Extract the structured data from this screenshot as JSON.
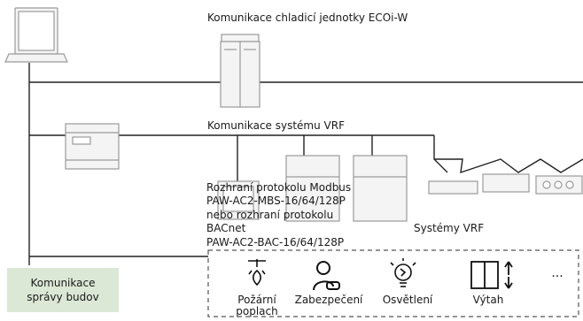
{
  "labels": {
    "ecoi_comm": "Komunikace chladicí jednotky ECOi-W",
    "vrf_comm": "Komunikace systému VRF",
    "vrf_systems": "Systémy VRF",
    "interface_lines": [
      "Rozhraní protokolu Modbus",
      "PAW-AC2-MBS-16/64/128P",
      "nebo rozhraní protokolu",
      "BACnet",
      "PAW-AC2-BAC-16/64/128P"
    ],
    "bms_lines": [
      "Komunikace",
      "správy budov"
    ]
  },
  "services": [
    {
      "label_lines": [
        "Požární",
        "poplach"
      ],
      "icon": "fire-alarm-icon"
    },
    {
      "label_lines": [
        "Zabezpečení"
      ],
      "icon": "security-icon"
    },
    {
      "label_lines": [
        "Osvětlení"
      ],
      "icon": "lighting-icon"
    },
    {
      "label_lines": [
        "Výtah"
      ],
      "icon": "elevator-icon"
    },
    {
      "label_lines": [
        "..."
      ],
      "icon": "more-icon"
    }
  ],
  "colors": {
    "line": "#222222",
    "device_stroke": "#9a9a9a",
    "device_fill": "#f4f4f4",
    "bms_fill": "#dbe8d6"
  }
}
